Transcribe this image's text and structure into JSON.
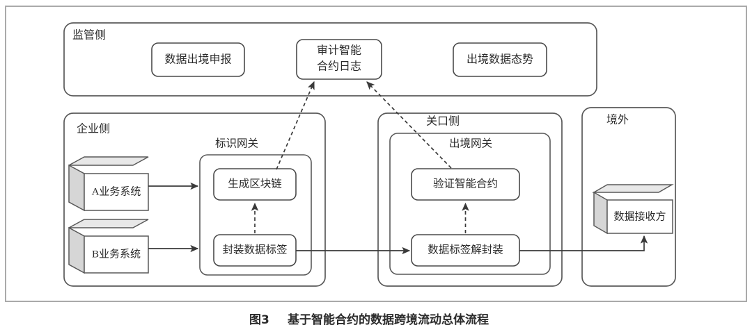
{
  "figure": {
    "caption_number": "图3",
    "caption_title": "基于智能合约的数据跨境流动总体流程",
    "caption_full": "图3　基于智能合约的数据跨境流动总体流程"
  },
  "colors": {
    "outer_frame_stroke": "#aaaaaa",
    "box_stroke": "#595959",
    "node_stroke": "#4a4a4a",
    "text": "#2b2b2b",
    "cube_front_fill": "#ffffff",
    "cube_top_fill": "#e8e8e8",
    "cube_side_fill": "#d6d6d6",
    "arrow_solid": "#3a3a3a",
    "arrow_dashed": "#3a3a3a",
    "background": "#ffffff"
  },
  "groups": {
    "regulator": {
      "label": "监管侧"
    },
    "enterprise": {
      "label": "企业侧"
    },
    "identity_gateway": {
      "label": "标识网关"
    },
    "customs": {
      "label": "关口侧"
    },
    "exit_gateway": {
      "label": "出境网关"
    },
    "overseas": {
      "label": "境外"
    }
  },
  "nodes": {
    "data_export_declaration": {
      "label": "数据出境申报"
    },
    "audit_contract_log": {
      "label_line1": "审计智能",
      "label_line2": "合约日志"
    },
    "export_data_situation": {
      "label": "出境数据态势"
    },
    "business_system_a": {
      "label": "A业务系统"
    },
    "business_system_b": {
      "label": "B业务系统"
    },
    "generate_blockchain": {
      "label": "生成区块链"
    },
    "encapsulate_data_tag": {
      "label": "封装数据标签"
    },
    "verify_smart_contract": {
      "label": "验证智能合约"
    },
    "data_tag_decapsulation": {
      "label": "数据标签解封装"
    },
    "data_receiver": {
      "label": "数据接收方"
    }
  },
  "edges": [
    {
      "name": "a-to-identity-gateway",
      "style": "solid"
    },
    {
      "name": "b-to-identity-gateway",
      "style": "solid"
    },
    {
      "name": "encapsulate-to-generate-blockchain",
      "style": "dashed"
    },
    {
      "name": "generate-blockchain-to-audit-log",
      "style": "dashed"
    },
    {
      "name": "verify-contract-to-audit-log",
      "style": "dashed"
    },
    {
      "name": "encapsulate-to-decapsulation",
      "style": "solid"
    },
    {
      "name": "decapsulation-to-verify-contract",
      "style": "dashed"
    },
    {
      "name": "decapsulation-to-data-receiver",
      "style": "solid"
    }
  ]
}
